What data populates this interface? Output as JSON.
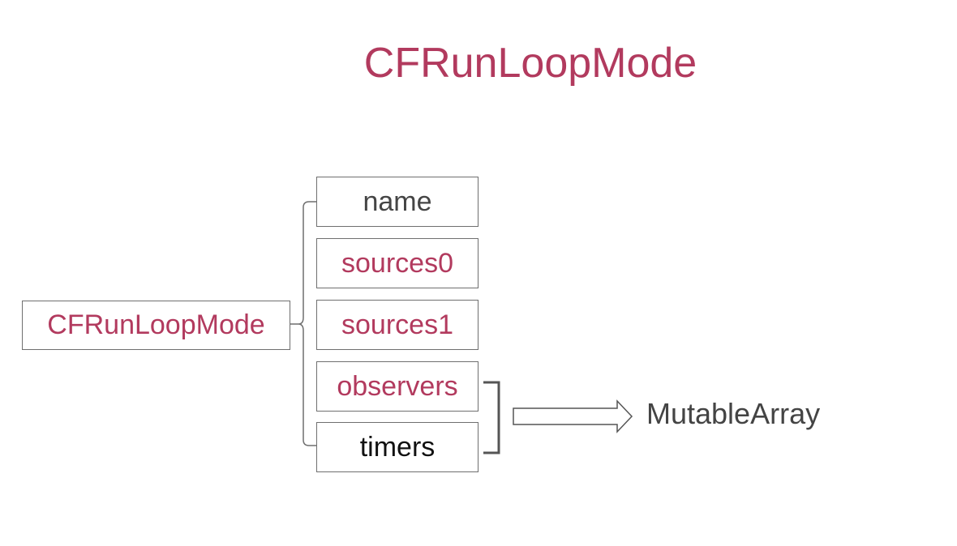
{
  "slide": {
    "title": "CFRunLoopMode"
  },
  "diagram": {
    "root_label": "CFRunLoopMode",
    "fields": [
      {
        "label": "name",
        "color": "#454545"
      },
      {
        "label": "sources0",
        "color": "#b23a5e"
      },
      {
        "label": "sources1",
        "color": "#b23a5e"
      },
      {
        "label": "observers",
        "color": "#b23a5e"
      },
      {
        "label": "timers",
        "color": "#111111"
      }
    ],
    "result_label": "MutableArray",
    "accent_color": "#b23a5e"
  }
}
